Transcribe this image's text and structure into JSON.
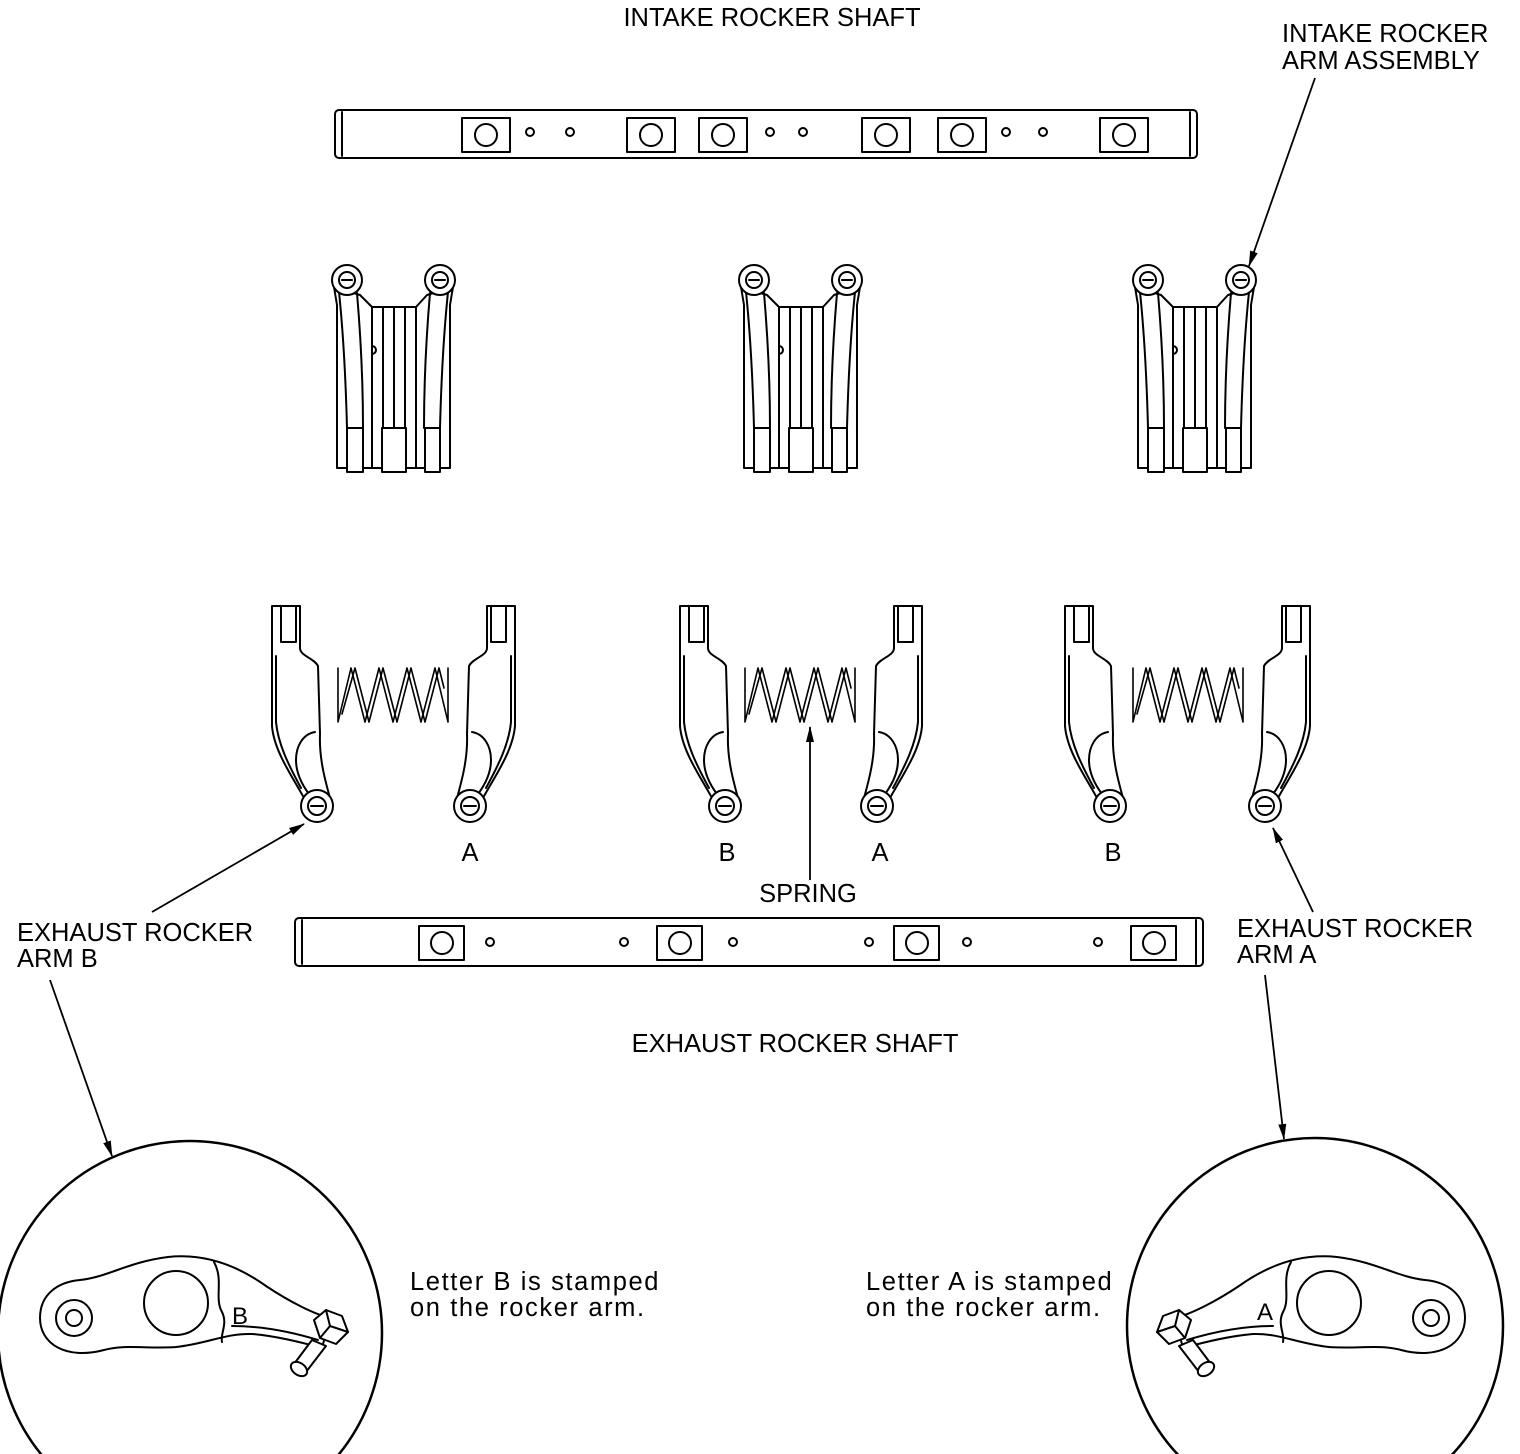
{
  "intake_shaft": {
    "label": "INTAKE ROCKER SHAFT"
  },
  "intake_arm_assembly": {
    "label_line1": "INTAKE ROCKER",
    "label_line2": "ARM ASSEMBLY"
  },
  "exhaust_arm_letters": [
    "A",
    "B",
    "A",
    "B"
  ],
  "spring": {
    "label": "SPRING"
  },
  "exhaust_arm_b": {
    "label_line1": "EXHAUST ROCKER",
    "label_line2": "ARM B"
  },
  "exhaust_arm_a": {
    "label_line1": "EXHAUST ROCKER",
    "label_line2": "ARM A"
  },
  "exhaust_shaft": {
    "label": "EXHAUST ROCKER SHAFT"
  },
  "detail_b": {
    "stamp": "B",
    "note_line1": "Letter B is stamped",
    "note_line2": "on the rocker arm."
  },
  "detail_a": {
    "stamp": "A",
    "note_line1": "Letter A is stamped",
    "note_line2": "on the rocker arm."
  },
  "colors": {
    "line": "#000000",
    "background": "#ffffff"
  }
}
